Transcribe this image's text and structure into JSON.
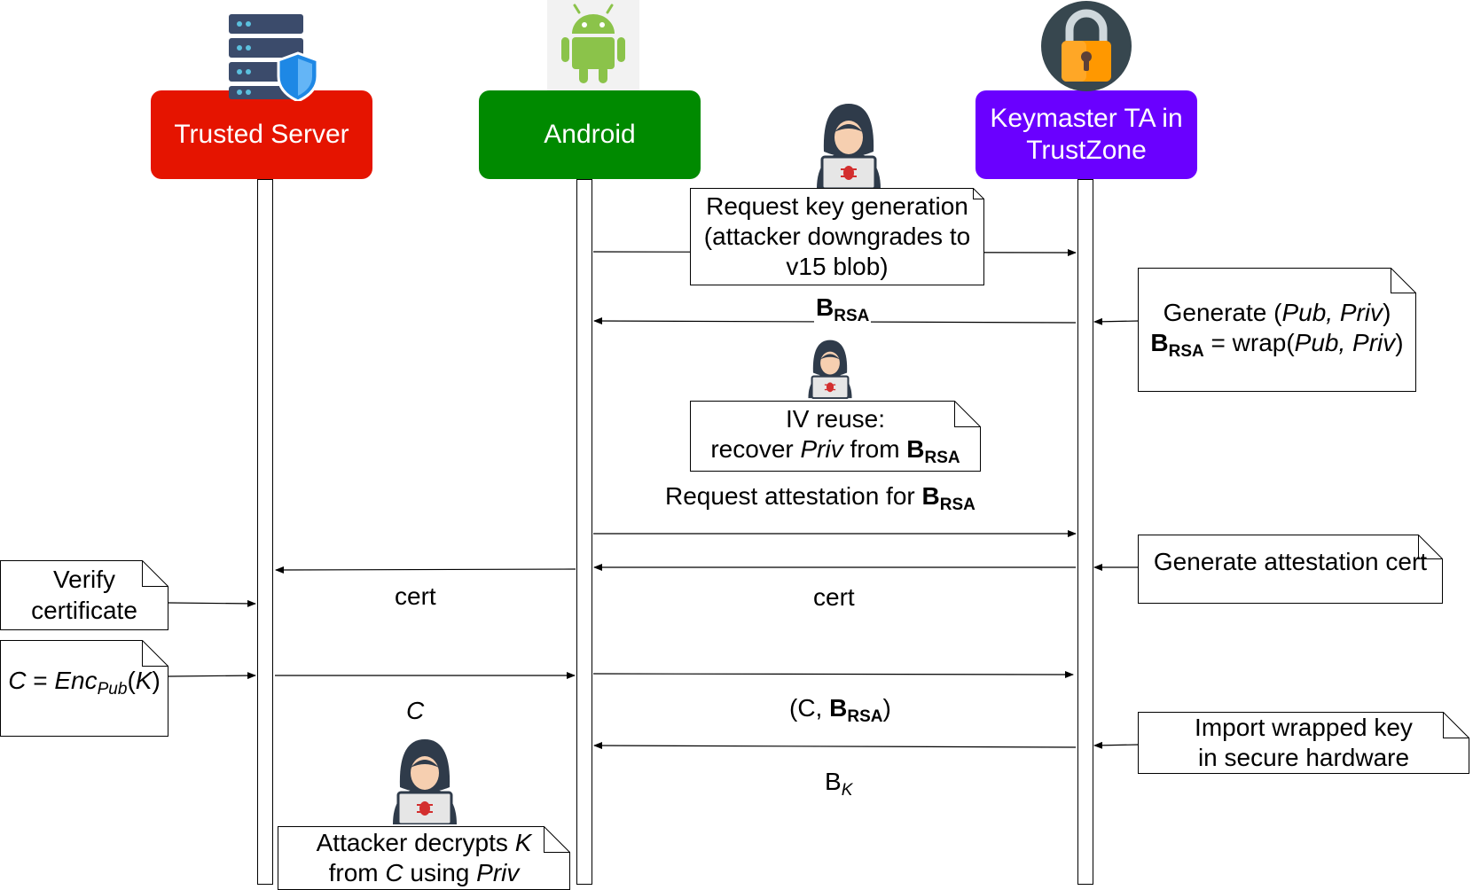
{
  "actors": {
    "server": {
      "label": "Trusted Server",
      "color": "#e51400"
    },
    "android": {
      "label": "Android",
      "color": "#008a00"
    },
    "keymaster": {
      "label_line1": "Keymaster TA in",
      "label_line2": "TrustZone",
      "color": "#6a00ff"
    }
  },
  "notes": {
    "request_keygen": {
      "line1": "Request key generation",
      "line2": "(attacker downgrades to",
      "line3": "v15 blob)"
    },
    "generate_keys": {
      "prefix": "Generate (",
      "pub": "Pub, Priv",
      "suffix": ")",
      "b": "B",
      "sub": "RSA",
      "wrap_prefix": " = wrap(",
      "wrap_args": "Pub, Priv",
      "wrap_suffix": ")"
    },
    "iv_reuse": {
      "line1": "IV reuse:",
      "prefix": "recover ",
      "priv": "Priv",
      "from": " from ",
      "b": "B",
      "sub": "RSA"
    },
    "generate_cert": {
      "text": "Generate attestation cert"
    },
    "verify_cert": {
      "line1": "Verify",
      "line2": "certificate"
    },
    "encrypt": {
      "c": "C",
      "eq": " = ",
      "enc": "Enc",
      "sub": "Pub",
      "open": "(",
      "k": "K",
      "close": ")"
    },
    "import_key": {
      "line1": "Import wrapped key",
      "line2": "in secure hardware"
    },
    "attacker_decrypts": {
      "prefix": "Attacker decrypts ",
      "k": "K",
      "from": "from ",
      "c": "C",
      "using": " using ",
      "priv": "Priv"
    }
  },
  "messages": {
    "b_rsa": {
      "b": "B",
      "sub": "RSA"
    },
    "request_attestation": {
      "text": "Request attestation for ",
      "b": "B",
      "sub": "RSA"
    },
    "cert_server": "cert",
    "cert_android": "cert",
    "c_label": "C",
    "c_brsa": {
      "open": "(C, ",
      "b": "B",
      "sub": "RSA",
      "close": ")"
    },
    "bk": {
      "b": "B",
      "sub": "K"
    }
  },
  "colors": {
    "server_icon_bars": "#3b4b6b",
    "server_icon_light": "#5bc0de",
    "shield_blue": "#1e88e5",
    "android_green": "#8bc34a",
    "lock_orange": "#ff9800",
    "lock_dark": "#37474f",
    "hacker_dark": "#2f3b4a",
    "skin": "#f6cfb0",
    "bug_red": "#d32f2f"
  },
  "icons": [
    "server-shield-icon",
    "android-robot-icon",
    "padlock-icon",
    "hacker-icon"
  ]
}
